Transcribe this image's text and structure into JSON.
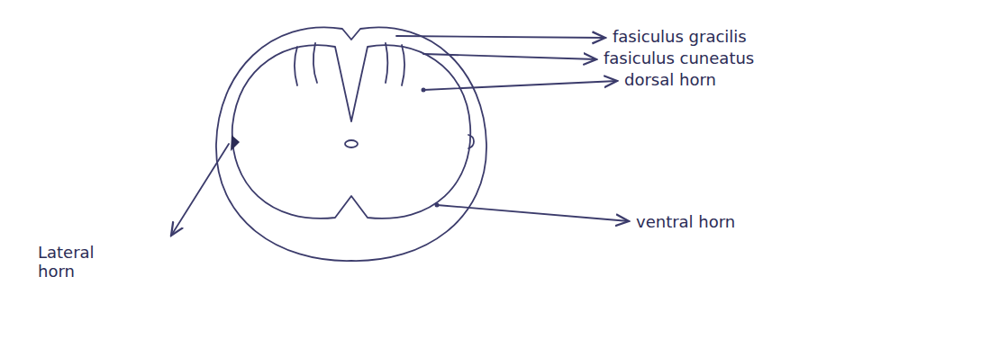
{
  "diagram": {
    "labels": [
      "fasiculus gracilis",
      "fasiculus cuneatus",
      "dorsal horn",
      "ventral horn",
      "Lateral horn"
    ]
  }
}
